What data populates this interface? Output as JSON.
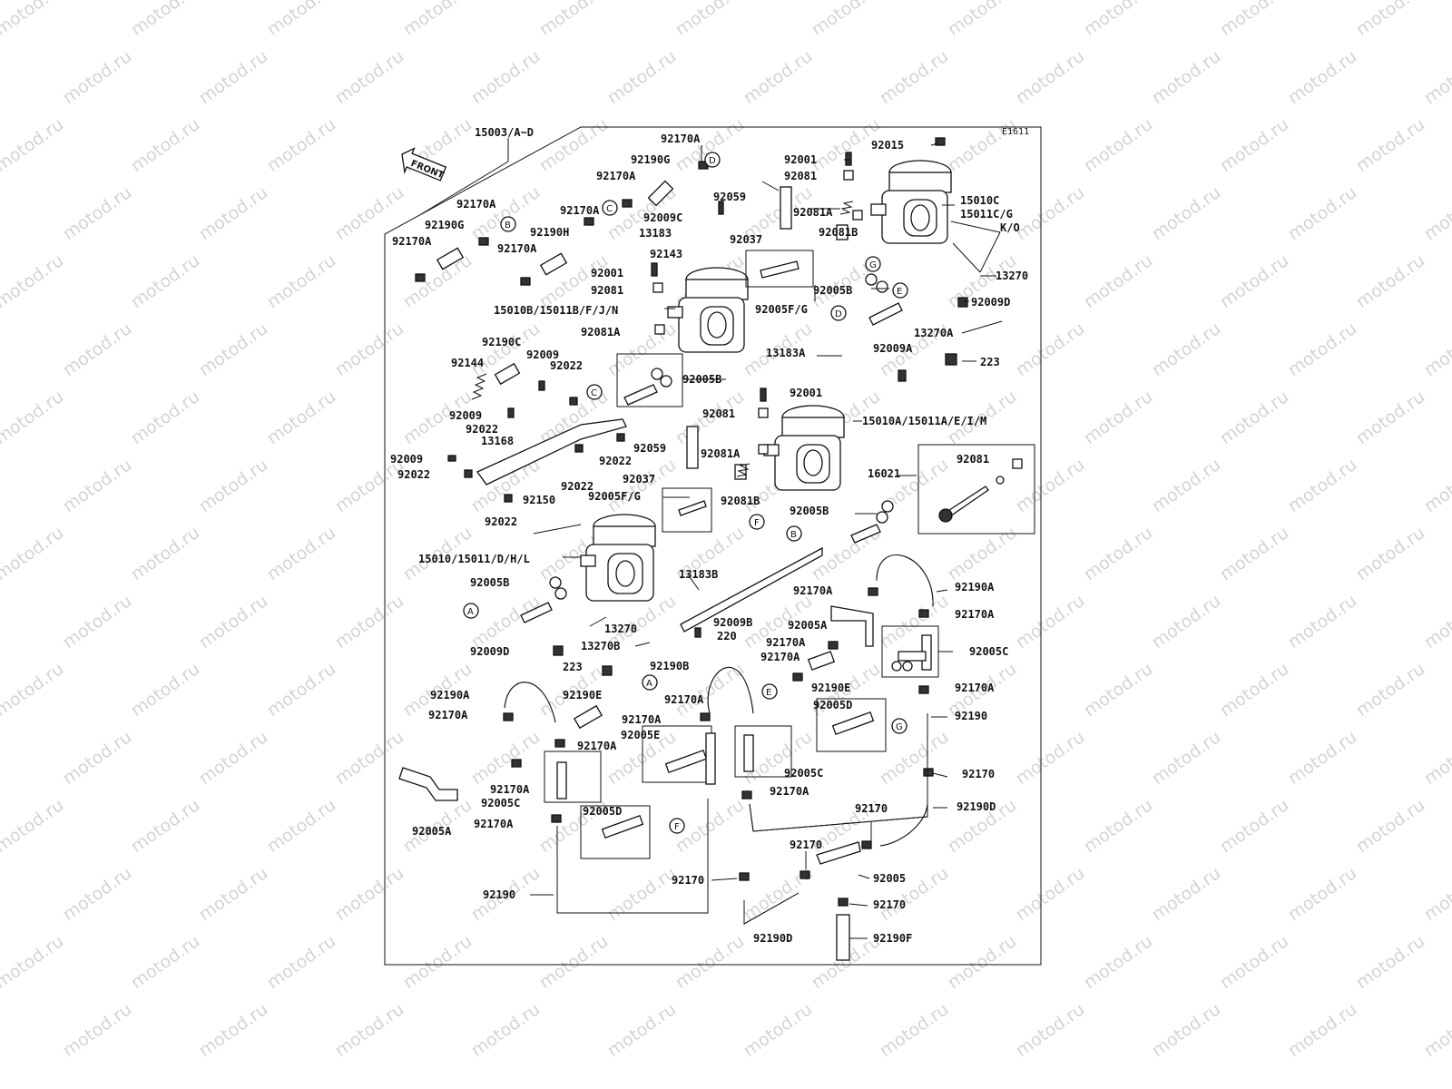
{
  "watermark": "motod.ru",
  "figure_id": "E1611",
  "front_arrow": "FRONT",
  "labels": {
    "l15003": "15003/A~D",
    "l92170A_1": "92170A",
    "l92190G_1": "92190G",
    "l92170A_2": "92170A",
    "l92001_1": "92001",
    "l92015": "92015",
    "l92081_1": "92081",
    "l92170A_3": "92170A",
    "l92190G_2": "92190G",
    "l92170A_4": "92170A",
    "l92170A_5": "92170A",
    "l92190H": "92190H",
    "l92170A_6": "92170A",
    "l92059_1": "92059",
    "l92009C": "92009C",
    "l13183": "13183",
    "l92081A_1": "92081A",
    "l15010C": "15010C",
    "l15011CG": "15011C/G",
    "lKO": "K/O",
    "l92037_1": "92037",
    "l92143": "92143",
    "l92081B_1": "92081B",
    "l13270_1": "13270",
    "l92001_2": "92001",
    "l92081_2": "92081",
    "l92005B_1": "92005B",
    "l92009D_1": "92009D",
    "l15010B": "15010B/15011B/F/J/N",
    "l92005FG_1": "92005F/G",
    "l13270A": "13270A",
    "l92081A_2": "92081A",
    "l223_1": "223",
    "l13183A": "13183A",
    "l92009A": "92009A",
    "l92190C": "92190C",
    "l92009_1": "92009",
    "l92144": "92144",
    "l92022_1": "92022",
    "l92005B_2": "92005B",
    "l92001_3": "92001",
    "l92081_3": "92081",
    "l15010A": "15010A/15011A/E/I/M",
    "l92009_2": "92009",
    "l92022_2": "92022",
    "l13168": "13168",
    "l92059_2": "92059",
    "l92081A_3": "92081A",
    "l92022_3": "92022",
    "l92009_3": "92009",
    "l92022_4": "92022",
    "l92081_4": "92081",
    "l16021": "16021",
    "l92022_5": "92022",
    "l92037_2": "92037",
    "l92081B_2": "92081B",
    "l92005FG_2": "92005F/G",
    "l92150": "92150",
    "l92005B_3": "92005B",
    "l92022_6": "92022",
    "l15010": "15010/15011/D/H/L",
    "l13183B": "13183B",
    "l92005B_4": "92005B",
    "l92170A_7": "92170A",
    "l92190A_1": "92190A",
    "l92170A_8": "92170A",
    "l13270_2": "13270",
    "l92009B": "92009B",
    "l220": "220",
    "l92005A_1": "92005A",
    "l13270B": "13270B",
    "l92009D_2": "92009D",
    "l92170A_9": "92170A",
    "l92005C_1": "92005C",
    "l92170A_10": "92170A",
    "l223_2": "223",
    "l92190B": "92190B",
    "l92190E_1": "92190E",
    "l92170A_11": "92170A",
    "l92190A_2": "92190A",
    "l92190E_2": "92190E",
    "l92170A_12": "92170A",
    "l92170A_13": "92170A",
    "l92170A_14": "92170A",
    "l92005D_1": "92005D",
    "l92190_1": "92190",
    "l92005E": "92005E",
    "l92170A_15": "92170A",
    "l92005C_2": "92005C",
    "l92170_1": "92170",
    "l92170A_16": "92170A",
    "l92005C_3": "92005C",
    "l92170A_17": "92170A",
    "l92190D_1": "92190D",
    "l92005A_2": "92005A",
    "l92170A_18": "92170A",
    "l92005D_2": "92005D",
    "l92170_2": "92170",
    "l92170_3": "92170",
    "l92005": "92005",
    "l92170_4": "92170",
    "l92190_2": "92190",
    "l92170_5": "92170",
    "l92190D_2": "92190D",
    "l92190F": "92190F"
  },
  "refs": {
    "a": "A",
    "b": "B",
    "c": "C",
    "d": "D",
    "e": "E",
    "f": "F",
    "g": "G"
  }
}
